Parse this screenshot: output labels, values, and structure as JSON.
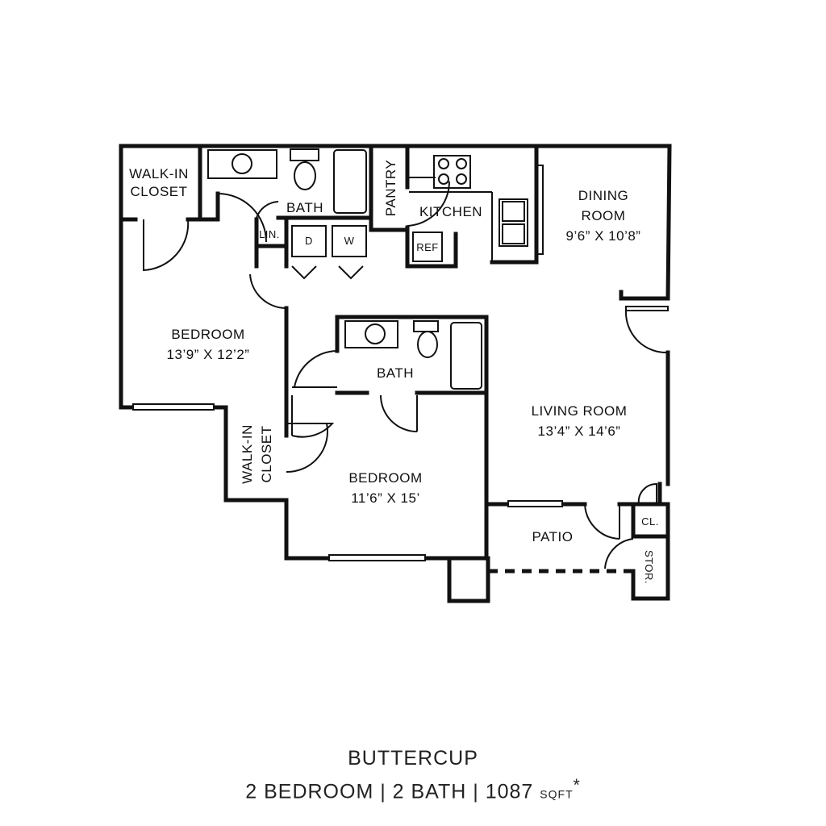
{
  "rooms": {
    "walkin_closet_1": [
      "WALK-IN",
      "CLOSET"
    ],
    "bath_1": "BATH",
    "pantry": "PANTRY",
    "kitchen": "KITCHEN",
    "dining": {
      "name": [
        "DINING",
        "ROOM"
      ],
      "size": "9’6” X 10’8”"
    },
    "linen": "LIN.",
    "dryer": "D",
    "washer": "W",
    "refrigerator": "REF",
    "bedroom_1": {
      "name": "BEDROOM",
      "size": "13’9” X 12’2”"
    },
    "bath_2": "BATH",
    "living": {
      "name": "LIVING ROOM",
      "size": "13’4” X 14’6”"
    },
    "walkin_closet_2": [
      "WALK-IN",
      "CLOSET"
    ],
    "bedroom_2": {
      "name": "BEDROOM",
      "size": "11’6” X 15’"
    },
    "patio": "PATIO",
    "closet": "CL.",
    "storage": "STOR."
  },
  "footer": {
    "plan_name": "BUTTERCUP",
    "summary": "2 BEDROOM | 2 BATH | 1087",
    "unit": "SQFT",
    "asterisk": "*"
  }
}
